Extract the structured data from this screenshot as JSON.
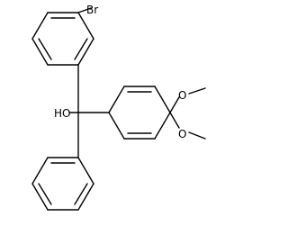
{
  "molecule": {
    "labels": {
      "br": "Br",
      "oh": "HO",
      "ome_upper": "O",
      "ome_lower": "O"
    },
    "bond_color": "#000000",
    "background": "#ffffff"
  }
}
